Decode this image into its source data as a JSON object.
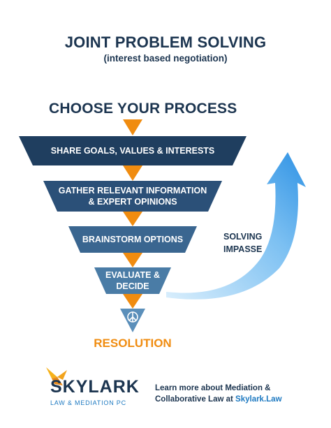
{
  "header": {
    "title": "JOINT PROBLEM SOLVING",
    "subtitle": "(interest based negotiation)"
  },
  "funnel": {
    "heading": "CHOOSE YOUR PROCESS",
    "steps": [
      {
        "lines": [
          "SHARE GOALS, VALUES & INTERESTS"
        ]
      },
      {
        "lines": [
          "GATHER RELEVANT INFORMATION",
          "& EXPERT OPINIONS"
        ]
      },
      {
        "lines": [
          "BRAINSTORM OPTIONS"
        ]
      },
      {
        "lines": [
          "EVALUATE &",
          "DECIDE"
        ]
      }
    ],
    "peace_icon": "peace-icon",
    "resolution": "RESOLUTION"
  },
  "loop": {
    "line1": "SOLVING",
    "line2": "IMPASSE"
  },
  "footer": {
    "brand": "SKYLARK",
    "brand_sub": "LAW & MEDIATION PC",
    "line1": "Learn more about Mediation &",
    "line2_prefix": "Collaborative Law at ",
    "link": "Skylark.Law"
  },
  "colors": {
    "navy": "#1c3550",
    "band1": "#1f3e5f",
    "band2": "#2b5078",
    "band3": "#3a6690",
    "band4": "#4a7ca6",
    "band5": "#5b8fba",
    "orange": "#f08c10",
    "arrow_light": "#bfe3fb",
    "arrow_dark": "#3a9be8",
    "link": "#1d79c1"
  }
}
